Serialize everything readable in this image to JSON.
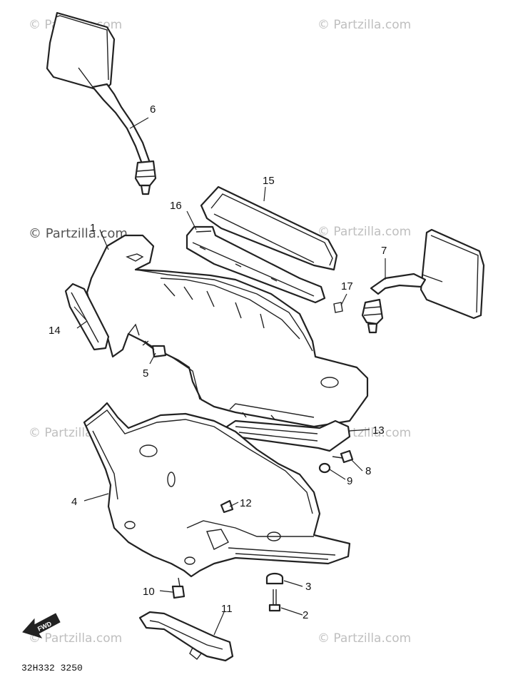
{
  "watermark": "© Partzilla.com",
  "diagram_code": "32H332 3250",
  "fwd_label": "FWD",
  "callouts": {
    "p1": "1",
    "p2": "2",
    "p3": "3",
    "p4": "4",
    "p5": "5",
    "p6": "6",
    "p7": "7",
    "p8": "8",
    "p9": "9",
    "p10": "10",
    "p11": "11",
    "p12": "12",
    "p13": "13",
    "p14": "14",
    "p15": "15",
    "p16": "16",
    "p17": "17"
  }
}
